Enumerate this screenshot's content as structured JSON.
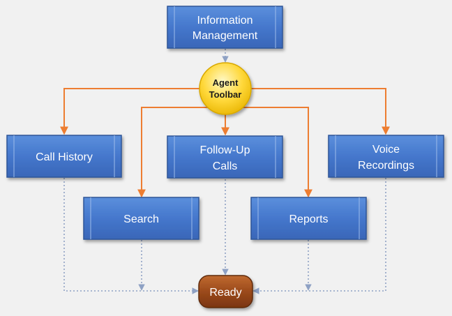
{
  "nodes": {
    "information_management": [
      "Information",
      "Management"
    ],
    "agent_toolbar": [
      "Agent",
      "Toolbar"
    ],
    "call_history": [
      "Call History"
    ],
    "follow_up_calls": [
      "Follow-Up",
      "Calls"
    ],
    "voice_recordings": [
      "Voice",
      "Recordings"
    ],
    "search": [
      "Search"
    ],
    "reports": [
      "Reports"
    ],
    "ready": [
      "Ready"
    ]
  },
  "edges": [
    {
      "from": "information_management",
      "to": "agent_toolbar",
      "style": "dotted"
    },
    {
      "from": "agent_toolbar",
      "to": "call_history",
      "style": "solid"
    },
    {
      "from": "agent_toolbar",
      "to": "follow_up_calls",
      "style": "solid"
    },
    {
      "from": "agent_toolbar",
      "to": "voice_recordings",
      "style": "solid"
    },
    {
      "from": "agent_toolbar",
      "to": "search",
      "style": "solid"
    },
    {
      "from": "agent_toolbar",
      "to": "reports",
      "style": "solid"
    },
    {
      "from": "call_history",
      "to": "ready",
      "style": "dotted"
    },
    {
      "from": "search",
      "to": "ready",
      "style": "dotted"
    },
    {
      "from": "follow_up_calls",
      "to": "ready",
      "style": "dotted"
    },
    {
      "from": "reports",
      "to": "ready",
      "style": "dotted"
    },
    {
      "from": "voice_recordings",
      "to": "ready",
      "style": "dotted"
    }
  ],
  "colors": {
    "background": "#f1f1f1",
    "box_fill": "#4a7fd0",
    "box_border": "#2f5597",
    "toolbar_fill": "#ffd83a",
    "ready_fill": "#9b4a1b",
    "solid_connector": "#ed7d31",
    "dotted_connector": "#8ea1c4"
  }
}
